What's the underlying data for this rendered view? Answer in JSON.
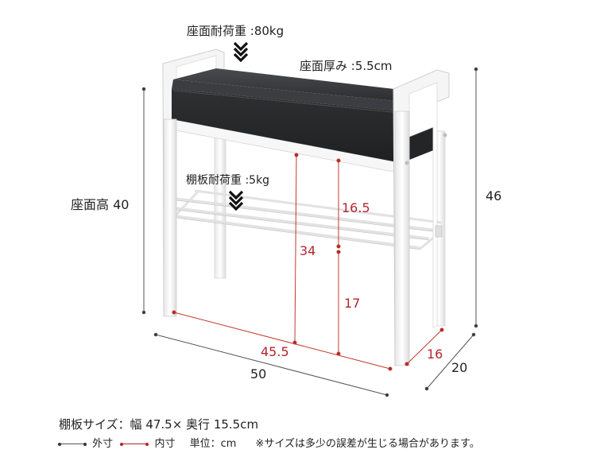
{
  "annotations": {
    "seat_load": "座面耐荷重 :80kg",
    "seat_thickness": "座面厚み :5.5cm",
    "shelf_load": "棚板耐荷重 :5kg",
    "seat_height": "座面高 40"
  },
  "dimensions": {
    "outer": {
      "width": "50",
      "depth": "20",
      "height": "46"
    },
    "inner": {
      "width": "45.5",
      "depth": "16",
      "under_seat_height": "34",
      "seat_to_shelf": "16.5",
      "shelf_to_floor": "17"
    }
  },
  "footer": {
    "shelf_size": "棚板サイズ：幅 47.5× 奥行 15.5cm",
    "legend_outer": "外寸",
    "legend_inner": "内寸",
    "unit": "単位：cm",
    "note": "※サイズは多少の誤差が生じる場合があります。"
  },
  "colors": {
    "outer_dimension": "#444444",
    "inner_dimension": "#b3252f",
    "seat_cushion": "#2e2f31",
    "frame": "#f4f4f4"
  },
  "icons": {
    "load_arrow": "double-chevron-down"
  }
}
